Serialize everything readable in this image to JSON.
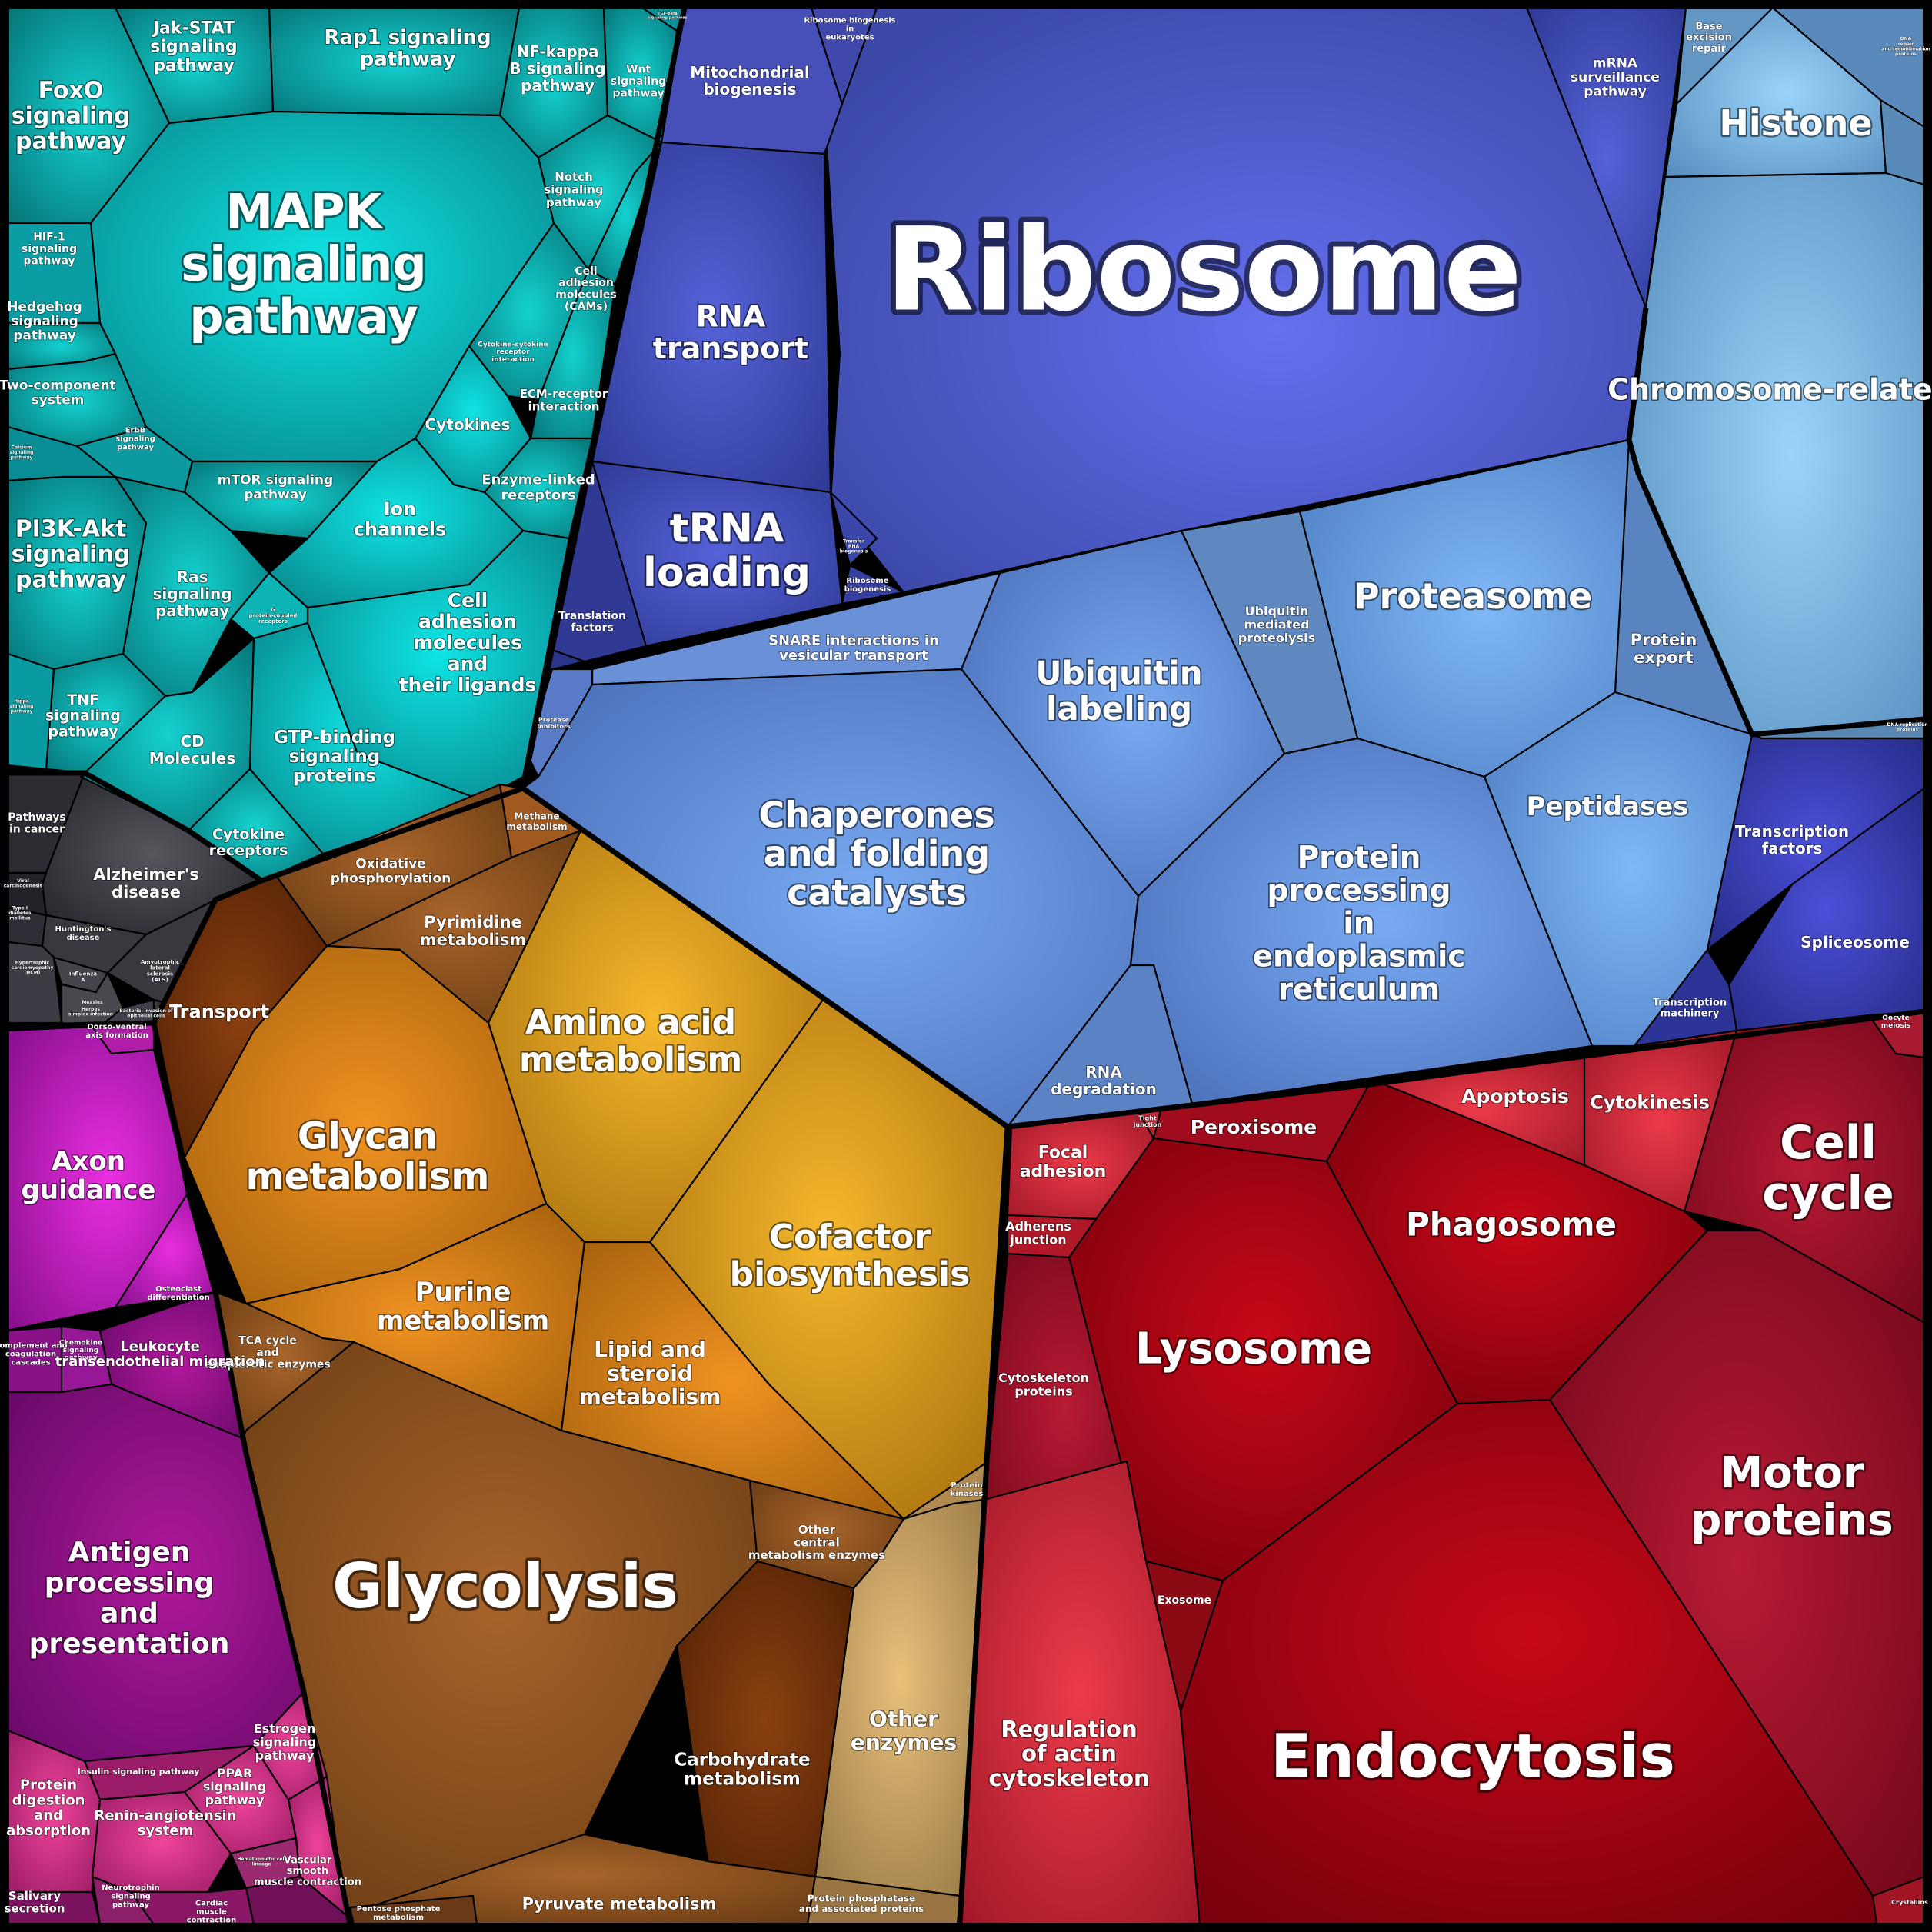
{
  "title": "",
  "groups": {
    "signaling": {
      "color": "#0aa8b0"
    },
    "genetic": {
      "color": "#4a5cc8"
    },
    "protein": {
      "color": "#5b86cc"
    },
    "chromatin": {
      "color": "#6aa6d8"
    },
    "transcription": {
      "color": "#343fa6"
    },
    "metabolism": {
      "color": "#c8861c"
    },
    "cellular": {
      "color": "#a80f20"
    },
    "organismal": {
      "color": "#b41ea8"
    },
    "disease": {
      "color": "#303038"
    }
  },
  "labels": {
    "ribosome": "Ribosome",
    "rna_transport": "RNA transport",
    "trna_loading": "tRNA loading",
    "mito_biogenesis": "Mitochondrial biogenesis",
    "ribosome_biogenesis": "Ribosome biogenesis in eukaryotes",
    "mrna_surveillance": "mRNA surveillance pathway",
    "translation_factors": "Translation factors",
    "transfer_rna_biogenesis": "Transfer RNA biogenesis",
    "ribosome_biogenesis_small": "Ribosome biogenesis",
    "mapk": "MAPK signaling pathway",
    "jak_stat": "Jak-STAT signaling pathway",
    "rap1": "Rap1 signaling pathway",
    "nfkb": "NF-kappa B signaling pathway",
    "wnt": "Wnt signaling pathway",
    "tgf_beta": "TGF-beta signaling pathway",
    "foxo": "FoxO signaling pathway",
    "notch": "Notch signaling pathway",
    "hif1": "HIF-1 signaling pathway",
    "hedgehog": "Hedgehog signaling pathway",
    "cams": "Cell adhesion molecules (CAMs)",
    "two_component": "Two-component system",
    "cytokine_receptor": "Cytokine-cytokine receptor interaction",
    "ecm_receptor": "ECM-receptor interaction",
    "erbb": "ErbB signaling pathway",
    "calcium": "Calcium signaling pathway",
    "cytokines": "Cytokines",
    "mtor": "mTOR signaling pathway",
    "enzyme_linked": "Enzyme-linked receptors",
    "ion_channels": "Ion channels",
    "pi3k": "PI3K-Akt signaling pathway",
    "ras": "Ras signaling pathway",
    "cell_adhesion_ligands": "Cell adhesion molecules and their ligands",
    "gpcr": "G protein-coupled receptors",
    "tnf": "TNF signaling pathway",
    "hippo": "Hippo signaling pathway",
    "cd_molecules": "CD Molecules",
    "gtp_binding": "GTP-binding signaling proteins",
    "cytokine_receptors": "Cytokine receptors",
    "histone": "Histone",
    "base_excision": "Base excision repair",
    "dna_repair": "DNA repair and recombination proteins",
    "chromosome": "Chromosome-related",
    "dna_replication": "DNA replication proteins",
    "proteasome": "Proteasome",
    "ubiquitin_proteolysis": "Ubiquitin mediated proteolysis",
    "protein_export": "Protein export",
    "ubiquitin_labeling": "Ubiquitin labeling",
    "snare": "SNARE interactions in vesicular transport",
    "chaperones": "Chaperones and folding catalysts",
    "protease_inhibitors": "Protease inhibitors",
    "peptidases": "Peptidases",
    "protein_processing_er": "Protein processing in endoplasmic reticulum",
    "rna_degradation": "RNA degradation",
    "transcription_factors": "Transcription factors",
    "spliceosome": "Spliceosome",
    "transcription_machinery": "Transcription machinery",
    "pathways_cancer": "Pathways in cancer",
    "alzheimers": "Alzheimer's disease",
    "viral_carcinogenesis": "Viral carcinogenesis",
    "type1_diabetes": "Type I diabetes mellitus",
    "huntingtons": "Huntington's disease",
    "hypertrophic_cm": "Hypertrophic cardiomyopathy (HCM)",
    "influenza": "Influenza A",
    "als": "Amyotrophic lateral sclerosis (ALS)",
    "measles": "Measles",
    "herpes": "Herpes simplex infection",
    "bacterial_invasion": "Bacterial invasion of epithelial cells",
    "oxidative_phos": "Oxidative phosphorylation",
    "methane": "Methane metabolism",
    "pyrimidine": "Pyrimidine metabolism",
    "transport": "Transport",
    "amino_acid": "Amino acid metabolism",
    "glycan": "Glycan metabolism",
    "cofactor": "Cofactor biosynthesis",
    "purine": "Purine metabolism",
    "lipid_steroid": "Lipid and steroid metabolism",
    "tca": "TCA cycle and anaplerotic enzymes",
    "protein_kinases": "Protein kinases",
    "glycolysis": "Glycolysis",
    "other_central": "Other central metabolism enzymes",
    "other_enzymes": "Other enzymes",
    "carbohydrate": "Carbohydrate metabolism",
    "pyruvate": "Pyruvate metabolism",
    "pentose": "Pentose phosphate metabolism",
    "protein_phosphatase": "Protein phosphatase and associated proteins",
    "dorso_ventral": "Dorso-ventral axis formation",
    "axon_guidance": "Axon guidance",
    "osteoclast": "Osteoclast differentiation",
    "complement": "Complement and coagulation cascades",
    "chemokine": "Chemokine signaling pathway",
    "leukocyte": "Leukocyte transendothelial migration",
    "antigen": "Antigen processing and presentation",
    "estrogen": "Estrogen signaling pathway",
    "insulin": "Insulin signaling pathway",
    "ppar": "PPAR signaling pathway",
    "protein_digestion": "Protein digestion and absorption",
    "renin": "Renin-angiotensin system",
    "hematopoietic": "Hematopoietic cell lineage",
    "vascular_smooth": "Vascular smooth muscle contraction",
    "neurotrophin": "Neurotrophin signaling pathway",
    "salivary": "Salivary secretion",
    "cardiac": "Cardiac muscle contraction",
    "focal_adhesion": "Focal adhesion",
    "tight_junction": "Tight junction",
    "peroxisome": "Peroxisome",
    "apoptosis": "Apoptosis",
    "cytokinesis": "Cytokinesis",
    "oocyte": "Oocyte meiosis",
    "cell_cycle": "Cell cycle",
    "adherens": "Adherens junction",
    "phagosome": "Phagosome",
    "lysosome": "Lysosome",
    "cytoskeleton_proteins": "Cytoskeleton proteins",
    "motor_proteins": "Motor proteins",
    "exosome": "Exosome",
    "regulation_actin": "Regulation of actin cytoskeleton",
    "endocytosis": "Endocytosis",
    "crystallins": "Crystallins"
  }
}
